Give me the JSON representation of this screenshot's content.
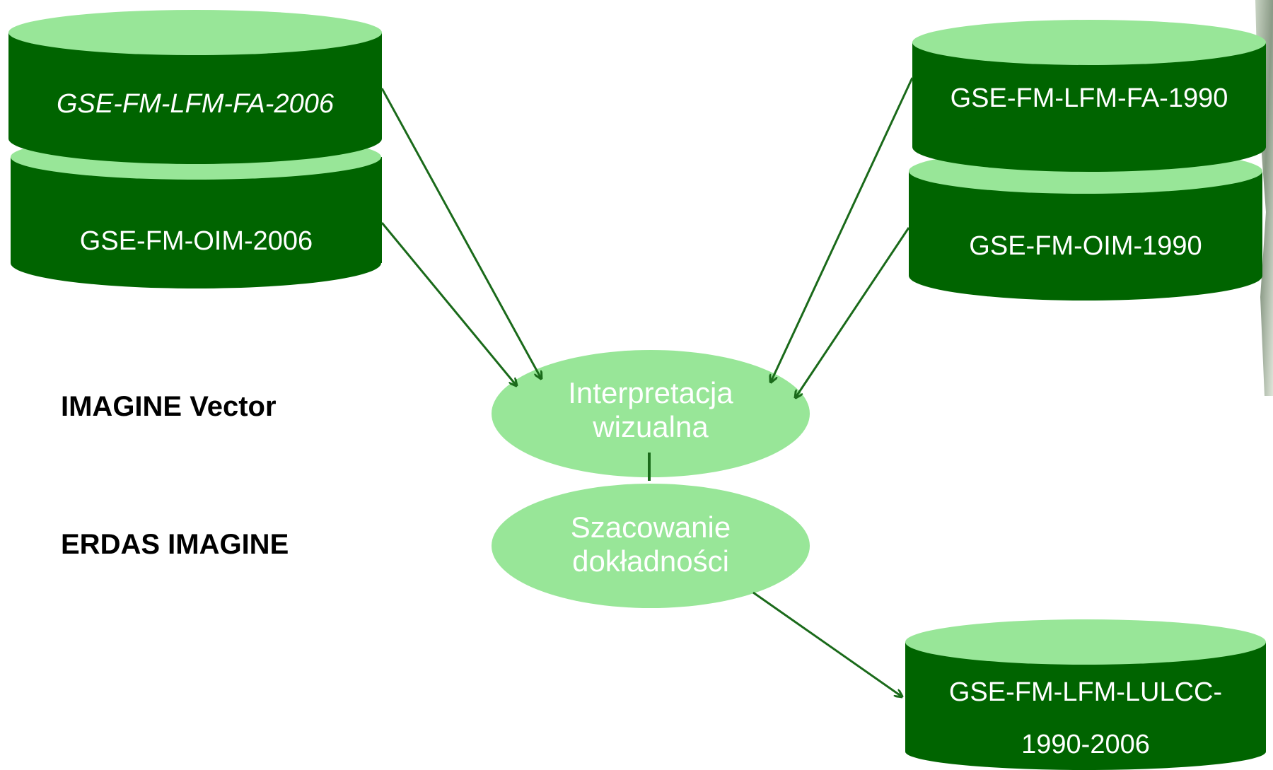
{
  "colors": {
    "cylinder_dark": "#006400",
    "cylinder_top": "#98e698",
    "ellipse_fill": "#98e698",
    "arrow": "#1a6a1a"
  },
  "databases": {
    "fa2006": "GSE-FM-LFM-FA-2006",
    "oim2006": "GSE-FM-OIM-2006",
    "fa1990": "GSE-FM-LFM-FA-1990",
    "oim1990": "GSE-FM-OIM-1990",
    "lulcc_line1": "GSE-FM-LFM-LULCC-",
    "lulcc_line2": "1990-2006"
  },
  "processes": {
    "interpretation_line1": "Interpretacja",
    "interpretation_line2": "wizualna",
    "accuracy_line1": "Szacowanie",
    "accuracy_line2": "dokładności"
  },
  "tools": {
    "vector": "IMAGINE Vector",
    "erdas": "ERDAS IMAGINE"
  }
}
